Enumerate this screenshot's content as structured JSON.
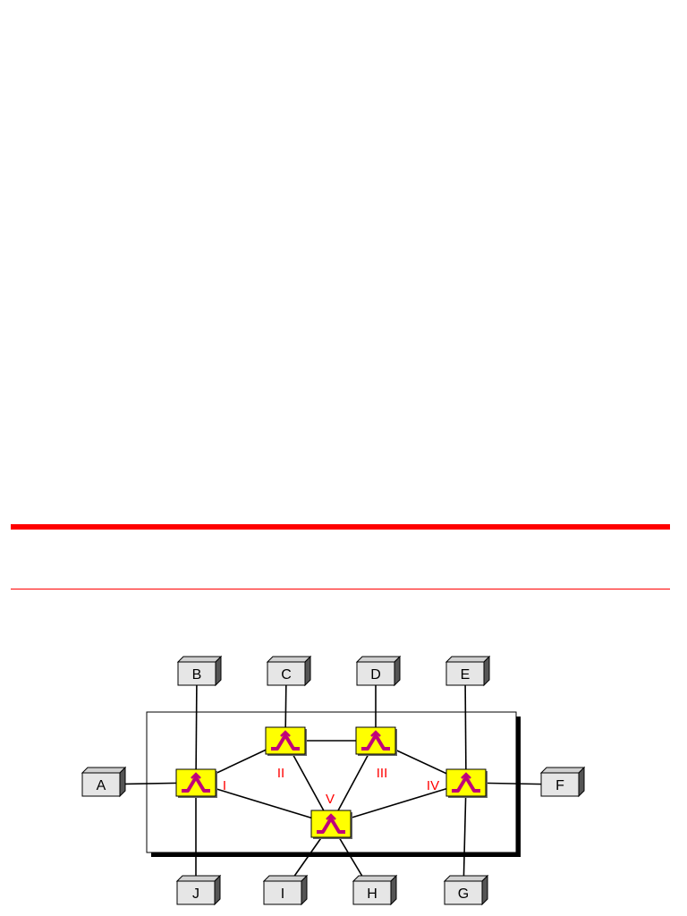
{
  "colors": {
    "rule": "#ff0000",
    "router_fill": "#ffff00",
    "router_icon": "#c0007a",
    "router_label": "#ff0000",
    "host_fill": "#e6e6e6",
    "link": "#000000"
  },
  "diagram": {
    "hosts": [
      {
        "id": "A",
        "label": "A"
      },
      {
        "id": "B",
        "label": "B"
      },
      {
        "id": "C",
        "label": "C"
      },
      {
        "id": "D",
        "label": "D"
      },
      {
        "id": "E",
        "label": "E"
      },
      {
        "id": "F",
        "label": "F"
      },
      {
        "id": "G",
        "label": "G"
      },
      {
        "id": "H",
        "label": "H"
      },
      {
        "id": "I",
        "label": "I"
      },
      {
        "id": "J",
        "label": "J"
      }
    ],
    "routers": [
      {
        "id": "R1",
        "label": "I"
      },
      {
        "id": "R2",
        "label": "II"
      },
      {
        "id": "R3",
        "label": "III"
      },
      {
        "id": "R4",
        "label": "IV"
      },
      {
        "id": "R5",
        "label": "V"
      }
    ],
    "links": [
      [
        "A",
        "R1"
      ],
      [
        "B",
        "R1"
      ],
      [
        "J",
        "R1"
      ],
      [
        "C",
        "R2"
      ],
      [
        "D",
        "R3"
      ],
      [
        "E",
        "R4"
      ],
      [
        "F",
        "R4"
      ],
      [
        "G",
        "R4"
      ],
      [
        "I",
        "R5"
      ],
      [
        "H",
        "R5"
      ],
      [
        "R1",
        "R2"
      ],
      [
        "R1",
        "R5"
      ],
      [
        "R2",
        "R3"
      ],
      [
        "R2",
        "R5"
      ],
      [
        "R3",
        "R5"
      ],
      [
        "R3",
        "R4"
      ],
      [
        "R5",
        "R4"
      ]
    ]
  }
}
